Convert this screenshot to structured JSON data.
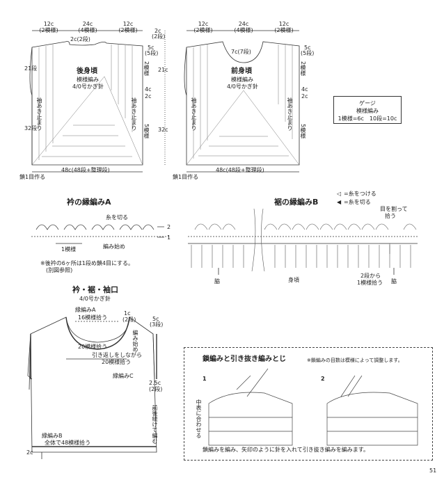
{
  "back": {
    "top_widths": [
      "12c",
      "24c",
      "12c"
    ],
    "top_rows": [
      "(2模様)",
      "(4模様)",
      "(2模様)"
    ],
    "neck_c": "2c(2段)",
    "name": "後身頃",
    "pattern": "模様編み",
    "hook": "4/0号かぎ針",
    "left_rows_top": "21段",
    "left_rows_bottom": "32段",
    "armhole": "袖あき止まり",
    "right_top": "2c",
    "right_top2": "(2段)",
    "right_5c": "5c",
    "right_5c2": "(5段)",
    "right_2pat": "2模様",
    "right_4c": "4c",
    "right_2c": "2c",
    "right_5pat": "5模様",
    "side_21c": "21c",
    "side_32c": "32c",
    "bottom": "48c(48段+整理段)",
    "start": "鎖1目作る"
  },
  "front": {
    "top_widths": [
      "12c",
      "24c",
      "12c"
    ],
    "top_rows": [
      "(2模様)",
      "(4模様)",
      "(2模様)"
    ],
    "neck_c": "7c(7段)",
    "name": "前身頃",
    "pattern": "模様編み",
    "hook": "4/0号かぎ針",
    "armhole": "袖あき止まり",
    "right_5c": "5c",
    "right_5c2": "(5段)",
    "right_2pat": "2模様",
    "right_4c": "4c",
    "right_2c": "2c",
    "right_5pat": "5模様",
    "bottom": "48c(48段+整理段)",
    "start": "鎖1目作る"
  },
  "gauge": {
    "title": "ゲージ",
    "pattern": "模様編み",
    "value": "1模様=6c　10段=10c"
  },
  "collar_a": {
    "title": "衿の縁編みA",
    "cut": "糸を切る",
    "repeat": "1模様",
    "start": "編み始め",
    "note1": "※後衿の6ヶ所は1段め鎖4目にする。",
    "note2": "(別図参照)",
    "row2": "2",
    "row1": "1"
  },
  "hem_b": {
    "title": "裾の縁編みB",
    "legend_attach": "=糸をつける",
    "legend_cut": "=糸を切る",
    "split": "目を割って",
    "pick": "拾う",
    "side_left": "脇",
    "body": "身頃",
    "from2": "2段から",
    "from2b": "1模様拾う",
    "side_right": "脇"
  },
  "edging": {
    "title": "衿・裾・袖口",
    "hook": "4/0号かぎ針",
    "edge_a": "縁編みA",
    "pick16": "16模様拾う",
    "c1": "1c",
    "c1b": "(2段)",
    "c5": "5c",
    "c5b": "(3段)",
    "start_v": "編み始め",
    "pick20": "20模様拾う",
    "turning": "引き返しをしながら",
    "pick20b": "20模様拾う",
    "edge_c": "縁編みC",
    "c25": "2.5c",
    "c25b": "(2段)",
    "cont": "前後続けて編む",
    "edge_b": "縁編みB",
    "pick48": "全体で48模様拾う",
    "c2": "2c"
  },
  "technique": {
    "title": "鎖編みと引き抜き編みとじ",
    "note": "※鎖編みの目数は模様によって調整します。",
    "step1": "1",
    "step2": "2",
    "center": "中表に合わせる",
    "caption": "鎖編みを編み、矢印のように針を入れて引き抜き編みを編みます。"
  },
  "page": "51"
}
